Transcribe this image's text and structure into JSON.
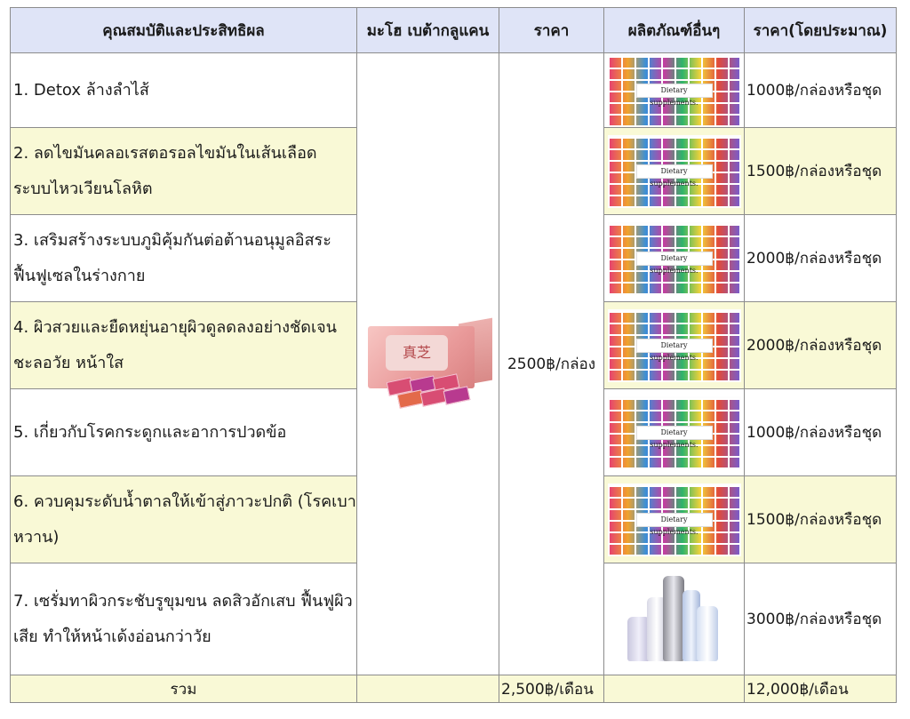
{
  "headers": {
    "properties": "คุณสมบัติและประสิทธิผล",
    "mahoe": "มะโฮ เบต้ากลูแคน",
    "price": "ราคา",
    "other_products": "ผลิตภัณฑ์อื่นๆ",
    "approx_price": "ราคา(โดยประมาณ)"
  },
  "rows": [
    {
      "property": "1. Detox ล้างลำไส้",
      "approx_price": "1000฿/กล่องหรือชุด",
      "image": "dietary-supplements-collage"
    },
    {
      "property": "2. ลดไขมันคลอเรสตอรอลไขมันในเส้นเลือด ระบบไหวเวียนโลหิต",
      "approx_price": "1500฿/กล่องหรือชุด",
      "image": "dietary-supplements-collage"
    },
    {
      "property": "3. เสริมสร้างระบบภูมิคุ้มกันต่อต้านอนุมูลอิสระ ฟื้นฟูเซลในร่างกาย",
      "approx_price": "2000฿/กล่องหรือชุด",
      "image": "dietary-supplements-collage"
    },
    {
      "property": "4. ผิวสวยและยืดหยุ่นอายุผิวดูลดลงอย่างชัดเจน ชะลอวัย หน้าใส",
      "approx_price": "2000฿/กล่องหรือชุด",
      "image": "dietary-supplements-collage"
    },
    {
      "property": "5. เกี่ยวกับโรคกระดูกและอาการปวดข้อ",
      "approx_price": "1000฿/กล่องหรือชุด",
      "image": "dietary-supplements-collage"
    },
    {
      "property": "6. ควบคุมระดับน้ำตาลให้เข้าสู่ภาวะปกติ (โรคเบาหวาน)",
      "approx_price": "1500฿/กล่องหรือชุด",
      "image": "dietary-supplements-collage"
    },
    {
      "property": "7. เซรั่มทาผิวกระชับรูขุมขน ลดสิวอักเสบ ฟื้นฟูผิวเสีย ทำให้หน้าเด้งอ่อนกว่าวัย",
      "approx_price": "3000฿/กล่องหรือชุด",
      "image": "cosmetic-bottles"
    }
  ],
  "mahoe_image": "mahoe-product-box",
  "mahoe_price": "2500฿/กล่อง",
  "collage_caption": "Dietary supplements.",
  "total": {
    "label": "รวม",
    "mahoe_total": "2,500฿/เดือน",
    "other_total": "12,000฿/เดือน"
  },
  "colors": {
    "header_bg": "#dfe4f7",
    "yellow_row_bg": "#f9f9d6",
    "border": "#8c8c8c"
  }
}
